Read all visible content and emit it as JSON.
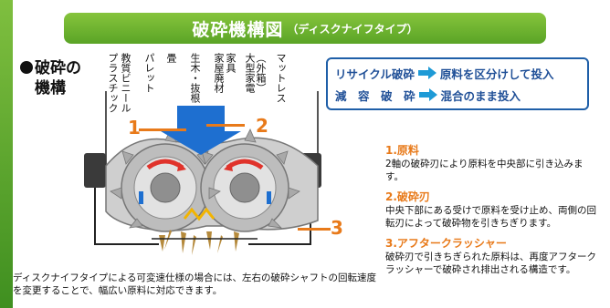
{
  "title": {
    "main": "破砕機構図",
    "sub": "（ディスクナイフタイプ）"
  },
  "section_label": {
    "line1": "破砕の",
    "line2": "機構"
  },
  "materials": [
    "プラスチック",
    "教質ビニール",
    "パレット",
    "畳",
    "生木・抜根",
    "家屋廃材",
    "家具",
    "大型家電",
    "（外箱）",
    "マットレス"
  ],
  "flow": {
    "row1_left": "リサイクル破砕",
    "row1_right": "原料を区分けして投入",
    "row2_left": "減　容　破　砕",
    "row2_right": "混合のまま投入"
  },
  "callouts": {
    "n1": "1",
    "n2": "2",
    "n3": "3"
  },
  "steps": [
    {
      "title": "1.原料",
      "text": "2軸の破砕刃により原料を中央部に引き込みます。"
    },
    {
      "title": "2.破砕刃",
      "text": "中央下部にある受けで原料を受け止め、両側の回転刃によって破砕物を引きちぎります。"
    },
    {
      "title": "3.アフタークラッシャー",
      "text": "破砕刃で引きちぎられた原料は、再度アフタークラッシャーで破砕され排出される構造です。"
    }
  ],
  "footnote": "ディスクナイフタイプによる可変速仕様の場合には、左右の破砕シャフトの回転速度を変更することで、幅広い原料に対応できます。",
  "colors": {
    "title_green": "#6cb22f",
    "blue": "#1f5fa8",
    "arrow_blue": "#1e6fd0",
    "orange": "#e87a1a",
    "red": "#e0332b"
  }
}
